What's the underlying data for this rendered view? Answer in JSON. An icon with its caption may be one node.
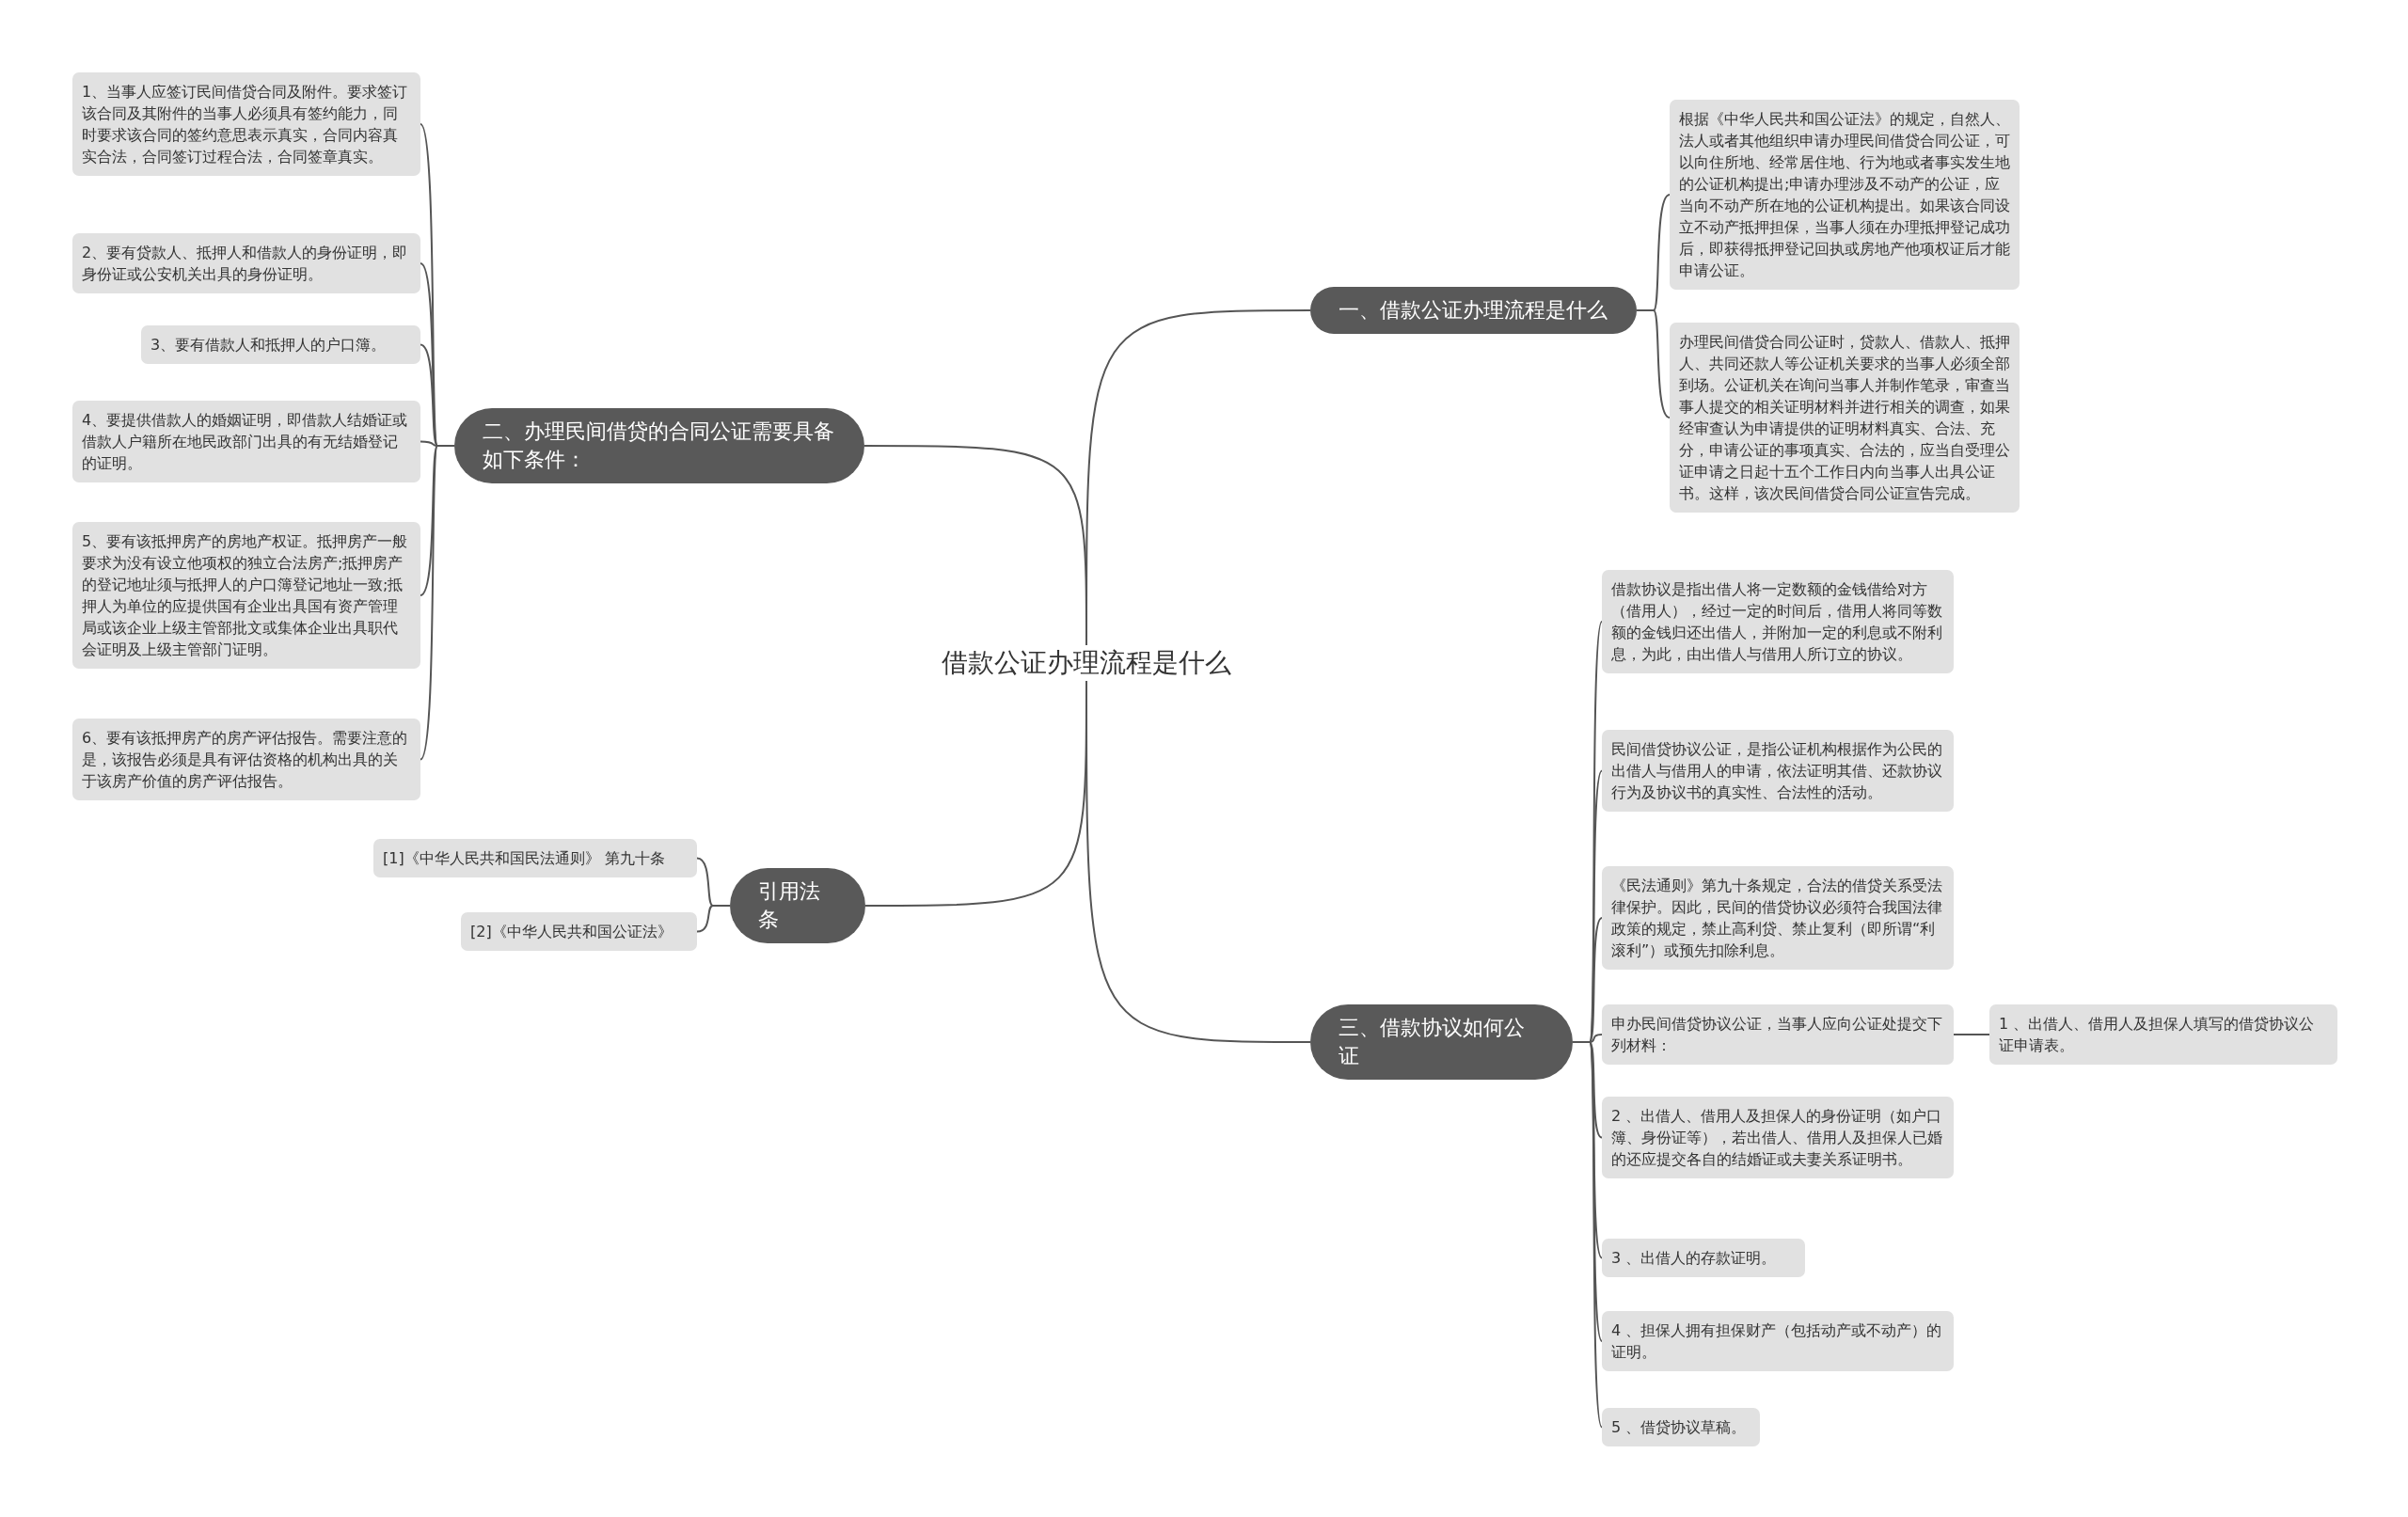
{
  "diagram": {
    "nodes": [
      {
        "text": [
          "借款公证办理流程是什么"
        ]
      },
      {
        "text": [
          "一、借款公证办理流程是什么"
        ]
      },
      {
        "text": [
          "根据《中华人民共和国公证法》的规定，自然人、法人或者其他组织申请办理民间借贷合同公证，可以向住所地、经常居住地、行为地或者事实发生地的公证机构提出;申请办理涉及不动产的公证，应当向不动产所在地的公证机构提出。如果该合同设立不动产抵押担保，当事人须在办理抵押登记成功后，即获得抵押登记回执或房地产他项权证后才能申请公证。"
        ]
      },
      {
        "text": [
          "办理民间借贷合同公证时，贷款人、借款人、抵押人、共同还款人等公证机关要求的当事人必须全部到场。公证机关在询问当事人并制作笔录，审查当事人提交的相关证明材料并进行相关的调查，如果经审查认为申请提供的证明材料真实、合法、充分，申请公证的事项真实、合法的，应当自受理公证申请之日起十五个工作日内向当事人出具公证书。这样，该次民间借贷合同公证宣告完成。"
        ]
      },
      {
        "text": [
          "二、办理民间借贷的合同公证需要具备如下条件："
        ]
      },
      {
        "text": [
          "1、当事人应签订民间借贷合同及附件。要求签订该合同及其附件的当事人必须具有签约能力，同时要求该合同的签约意思表示真实，合同内容真实合法，合同签订过程合法，合同签章真实。"
        ]
      },
      {
        "text": [
          "2、要有贷款人、抵押人和借款人的身份证明，即身份证或公安机关出具的身份证明。"
        ]
      },
      {
        "text": [
          "3、要有借款人和抵押人的户口簿。"
        ]
      },
      {
        "text": [
          "4、要提供借款人的婚姻证明，即借款人结婚证或借款人户籍所在地民政部门出具的有无结婚登记的证明。"
        ]
      },
      {
        "text": [
          "5、要有该抵押房产的房地产权证。抵押房产一般要求为没有设立他项权的独立合法房产;抵押房产的登记地址须与抵押人的户口簿登记地址一致;抵押人为单位的应提供国有企业出具国有资产管理局或该企业上级主管部批文或集体企业出具职代会证明及上级主管部门证明。"
        ]
      },
      {
        "text": [
          "6、要有该抵押房产的房产评估报告。需要注意的是，该报告必须是具有评估资格的机构出具的关于该房产价值的房产评估报告。"
        ]
      },
      {
        "text": [
          "引用法条"
        ]
      },
      {
        "text": [
          "[1]《中华人民共和国民法通则》 第九十条"
        ]
      },
      {
        "text": [
          "[2]《中华人民共和国公证法》"
        ]
      },
      {
        "text": [
          "三、借款协议如何公证"
        ]
      },
      {
        "text": [
          "借款协议是指出借人将一定数额的金钱借给对方（借用人），经过一定的时间后，借用人将同等数额的金钱归还出借人，并附加一定的利息或不附利息，为此，由出借人与借用人所订立的协议。"
        ]
      },
      {
        "text": [
          "民间借贷协议公证，是指公证机构根据作为公民的出借人与借用人的申请，依法证明其借、还款协议行为及协议书的真实性、合法性的活动。"
        ]
      },
      {
        "text": [
          "《民法通则》第九十条规定，合法的借贷关系受法律保护。因此，民间的借贷协议必须符合我国法律政策的规定，禁止高利贷、禁止复利（即所谓“利滚利”）或预先扣除利息。"
        ]
      },
      {
        "text": [
          "申办民间借贷协议公证，当事人应向公证处提交下列材料："
        ]
      },
      {
        "text": [
          "1 、出借人、借用人及担保人填写的借贷协议公证申请表。"
        ]
      },
      {
        "text": [
          "2 、出借人、借用人及担保人的身份证明（如户口簿、身份证等），若出借人、借用人及担保人已婚的还应提交各自的结婚证或夫妻关系证明书。"
        ]
      },
      {
        "text": [
          "3 、出借人的存款证明。"
        ]
      },
      {
        "text": [
          "4 、担保人拥有担保财产（包括动产或不动产）的证明。"
        ]
      },
      {
        "text": [
          "5 、借贷协议草稿。"
        ]
      }
    ],
    "edges": [
      {
        "from": 0,
        "to": 1,
        "arrow": "none"
      },
      {
        "from": 1,
        "to": 2,
        "arrow": "none"
      },
      {
        "from": 1,
        "to": 3,
        "arrow": "none"
      },
      {
        "from": 0,
        "to": 4,
        "arrow": "none"
      },
      {
        "from": 4,
        "to": 5,
        "arrow": "none"
      },
      {
        "from": 4,
        "to": 6,
        "arrow": "none"
      },
      {
        "from": 4,
        "to": 7,
        "arrow": "none"
      },
      {
        "from": 4,
        "to": 8,
        "arrow": "none"
      },
      {
        "from": 4,
        "to": 9,
        "arrow": "none"
      },
      {
        "from": 4,
        "to": 10,
        "arrow": "none"
      },
      {
        "from": 0,
        "to": 11,
        "arrow": "none"
      },
      {
        "from": 11,
        "to": 12,
        "arrow": "none"
      },
      {
        "from": 11,
        "to": 13,
        "arrow": "none"
      },
      {
        "from": 0,
        "to": 14,
        "arrow": "none"
      },
      {
        "from": 14,
        "to": 15,
        "arrow": "none"
      },
      {
        "from": 14,
        "to": 16,
        "arrow": "none"
      },
      {
        "from": 14,
        "to": 17,
        "arrow": "none"
      },
      {
        "from": 14,
        "to": 18,
        "arrow": "none"
      },
      {
        "from": 18,
        "to": 19,
        "arrow": "none"
      },
      {
        "from": 14,
        "to": 20,
        "arrow": "none"
      },
      {
        "from": 14,
        "to": 21,
        "arrow": "none"
      },
      {
        "from": 14,
        "to": 22,
        "arrow": "none"
      },
      {
        "from": 14,
        "to": 23,
        "arrow": "none"
      }
    ]
  }
}
